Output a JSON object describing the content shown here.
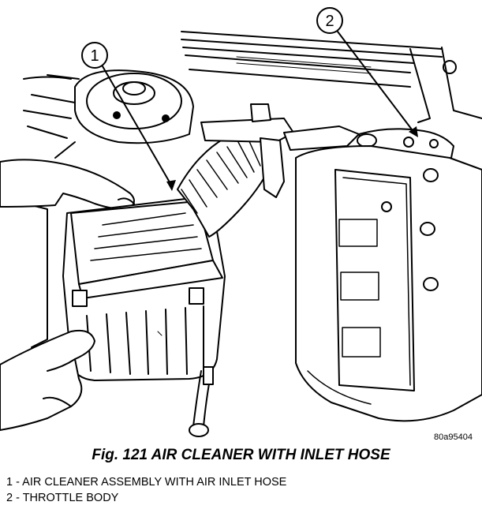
{
  "figure": {
    "callouts": [
      {
        "number": "1"
      },
      {
        "number": "2"
      }
    ],
    "reference_code": "80a95404",
    "caption": "Fig. 121 AIR CLEANER WITH INLET HOSE"
  },
  "legend": {
    "items": [
      {
        "text": "1 - AIR CLEANER ASSEMBLY WITH AIR INLET HOSE"
      },
      {
        "text": "2 - THROTTLE BODY"
      }
    ]
  },
  "colors": {
    "ink": "#000000",
    "paper": "#ffffff"
  }
}
